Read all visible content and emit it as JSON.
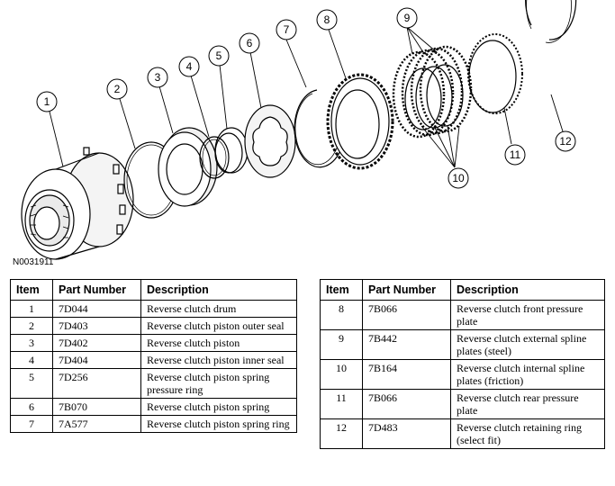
{
  "figure": {
    "id": "N0031911",
    "callouts": [
      "1",
      "2",
      "3",
      "4",
      "5",
      "6",
      "7",
      "8",
      "9",
      "10",
      "11",
      "12"
    ]
  },
  "table_headers": {
    "item": "Item",
    "part_number": "Part Number",
    "description": "Description"
  },
  "left_table": [
    {
      "item": "1",
      "part_number": "7D044",
      "description": "Reverse clutch drum"
    },
    {
      "item": "2",
      "part_number": "7D403",
      "description": "Reverse clutch piston outer seal"
    },
    {
      "item": "3",
      "part_number": "7D402",
      "description": "Reverse clutch piston"
    },
    {
      "item": "4",
      "part_number": "7D404",
      "description": "Reverse clutch piston inner seal"
    },
    {
      "item": "5",
      "part_number": "7D256",
      "description": "Reverse clutch piston spring pressure ring"
    },
    {
      "item": "6",
      "part_number": "7B070",
      "description": "Reverse clutch piston spring"
    },
    {
      "item": "7",
      "part_number": "7A577",
      "description": "Reverse clutch piston spring ring"
    }
  ],
  "right_table": [
    {
      "item": "8",
      "part_number": "7B066",
      "description": "Reverse clutch front pressure plate"
    },
    {
      "item": "9",
      "part_number": "7B442",
      "description": "Reverse clutch external spline plates (steel)"
    },
    {
      "item": "10",
      "part_number": "7B164",
      "description": "Reverse clutch internal spline plates (friction)"
    },
    {
      "item": "11",
      "part_number": "7B066",
      "description": "Reverse clutch rear pressure plate"
    },
    {
      "item": "12",
      "part_number": "7D483",
      "description": "Reverse clutch retaining ring (select fit)"
    }
  ]
}
